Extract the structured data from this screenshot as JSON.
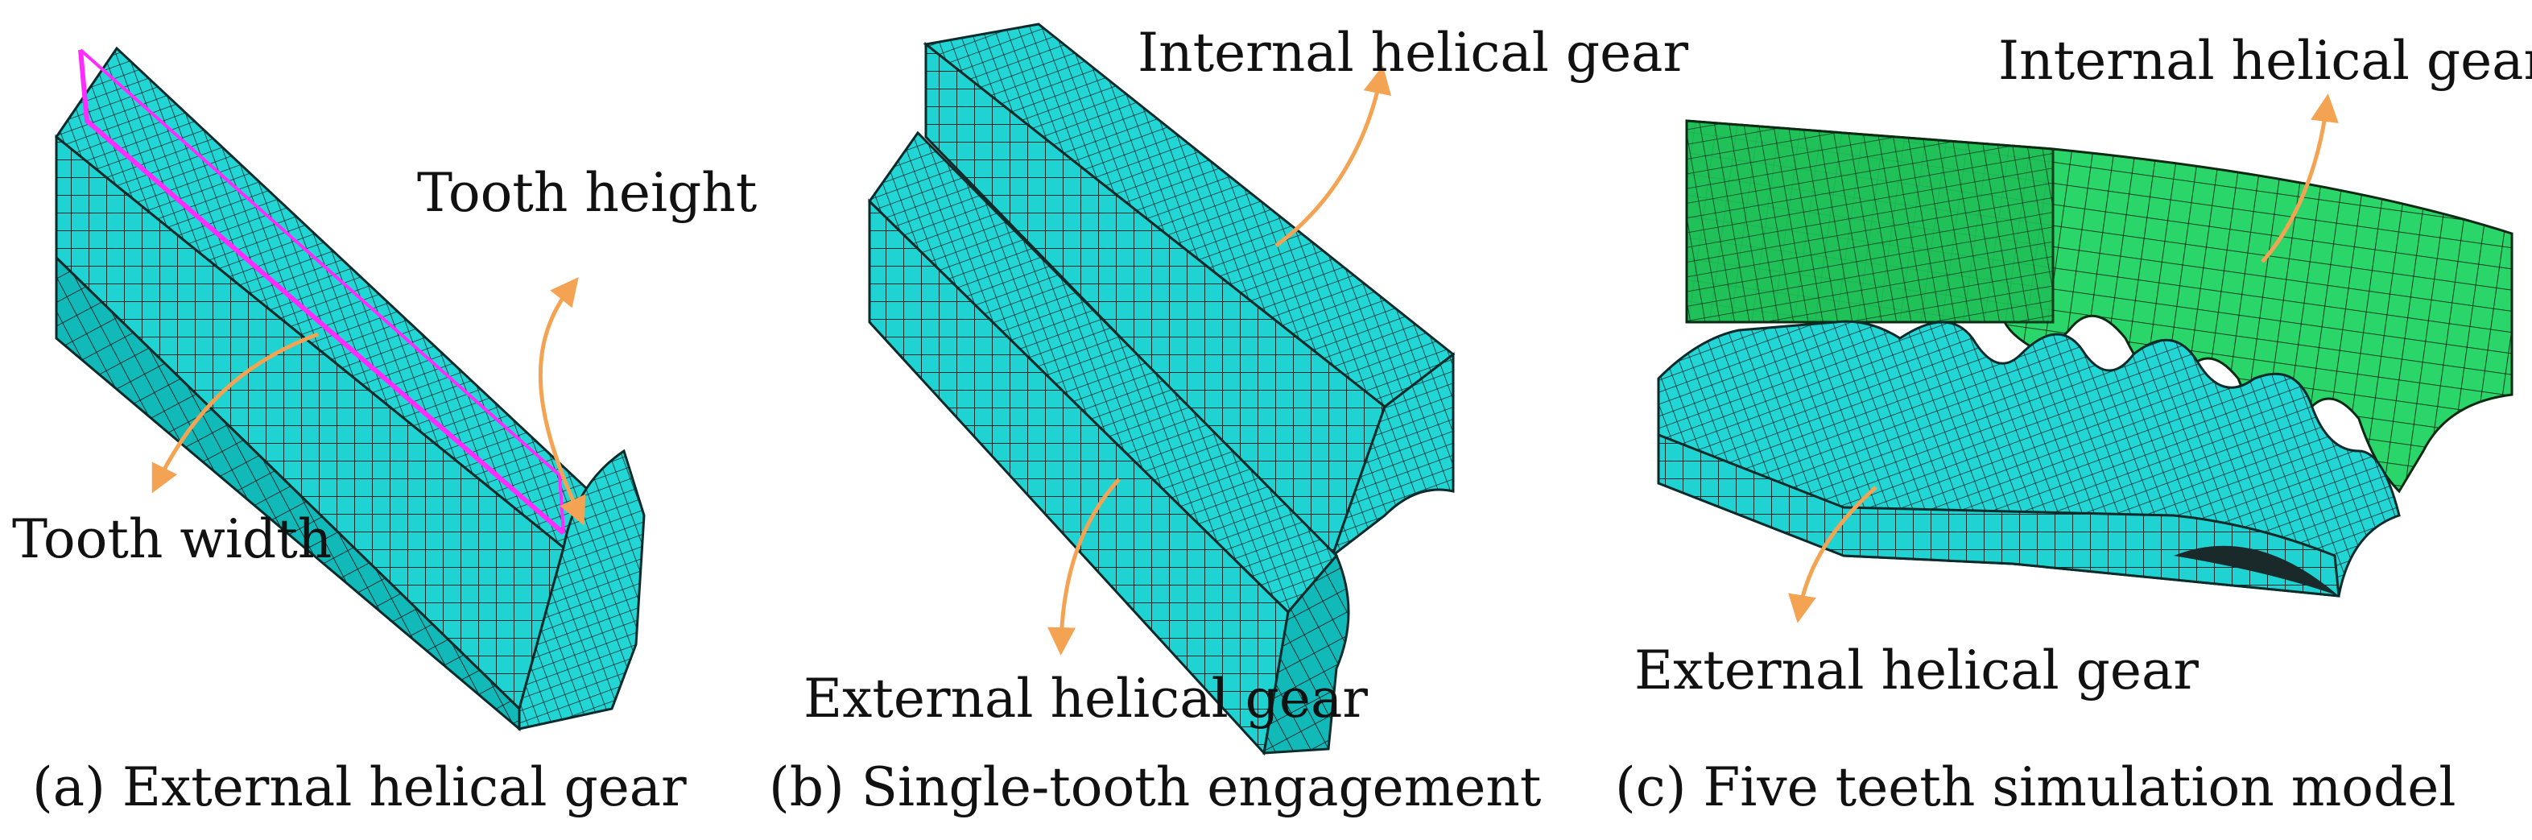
{
  "panels": [
    {
      "caption": "(a) External helical gear",
      "annotations": [
        "Tooth height",
        "Tooth width"
      ]
    },
    {
      "caption": "(b) Single-tooth engagement",
      "annotations": [
        "Internal helical gear",
        "External helical gear"
      ]
    },
    {
      "caption": "(c) Five teeth simulation model",
      "annotations": [
        "Internal helical gear",
        "External helical gear"
      ]
    }
  ],
  "colors": {
    "mesh_cyan": "#1fd3d3",
    "mesh_cyan_dark": "#0fa9a9",
    "mesh_cyan_light": "#44e2e2",
    "mesh_green": "#2ad66a",
    "mesh_green_dark": "#17a84c",
    "mesh_line": "#0b2a2a",
    "highlight_magenta": "#ff2bff",
    "arrow_orange": "#f4a352",
    "text": "#111111"
  }
}
